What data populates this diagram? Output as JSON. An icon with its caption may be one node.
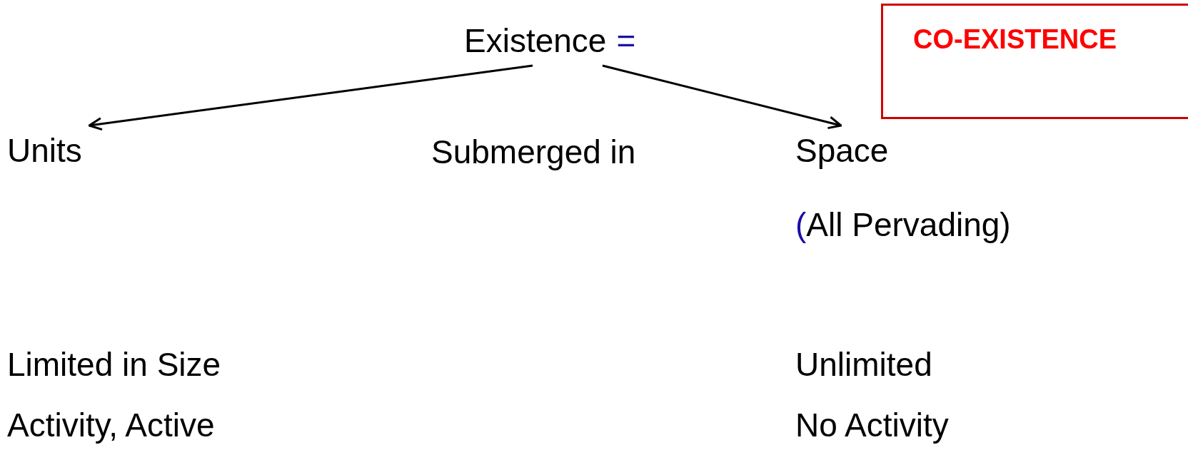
{
  "diagram": {
    "nodes": [
      {
        "text": [
          "Existence",
          "="
        ]
      },
      {
        "text": [
          "Units"
        ]
      },
      {
        "text": [
          "Space"
        ]
      },
      {
        "text": [
          "CO-EXISTENCE"
        ]
      }
    ],
    "edges": [
      {
        "from": 0,
        "to": 1,
        "arrow": "to"
      },
      {
        "from": 0,
        "to": 2,
        "arrow": "to"
      }
    ],
    "labels": [
      "Submerged in",
      "(All Pervading)",
      "Limited in Size",
      "Unlimited",
      "Activity, Active",
      "No Activity"
    ]
  }
}
